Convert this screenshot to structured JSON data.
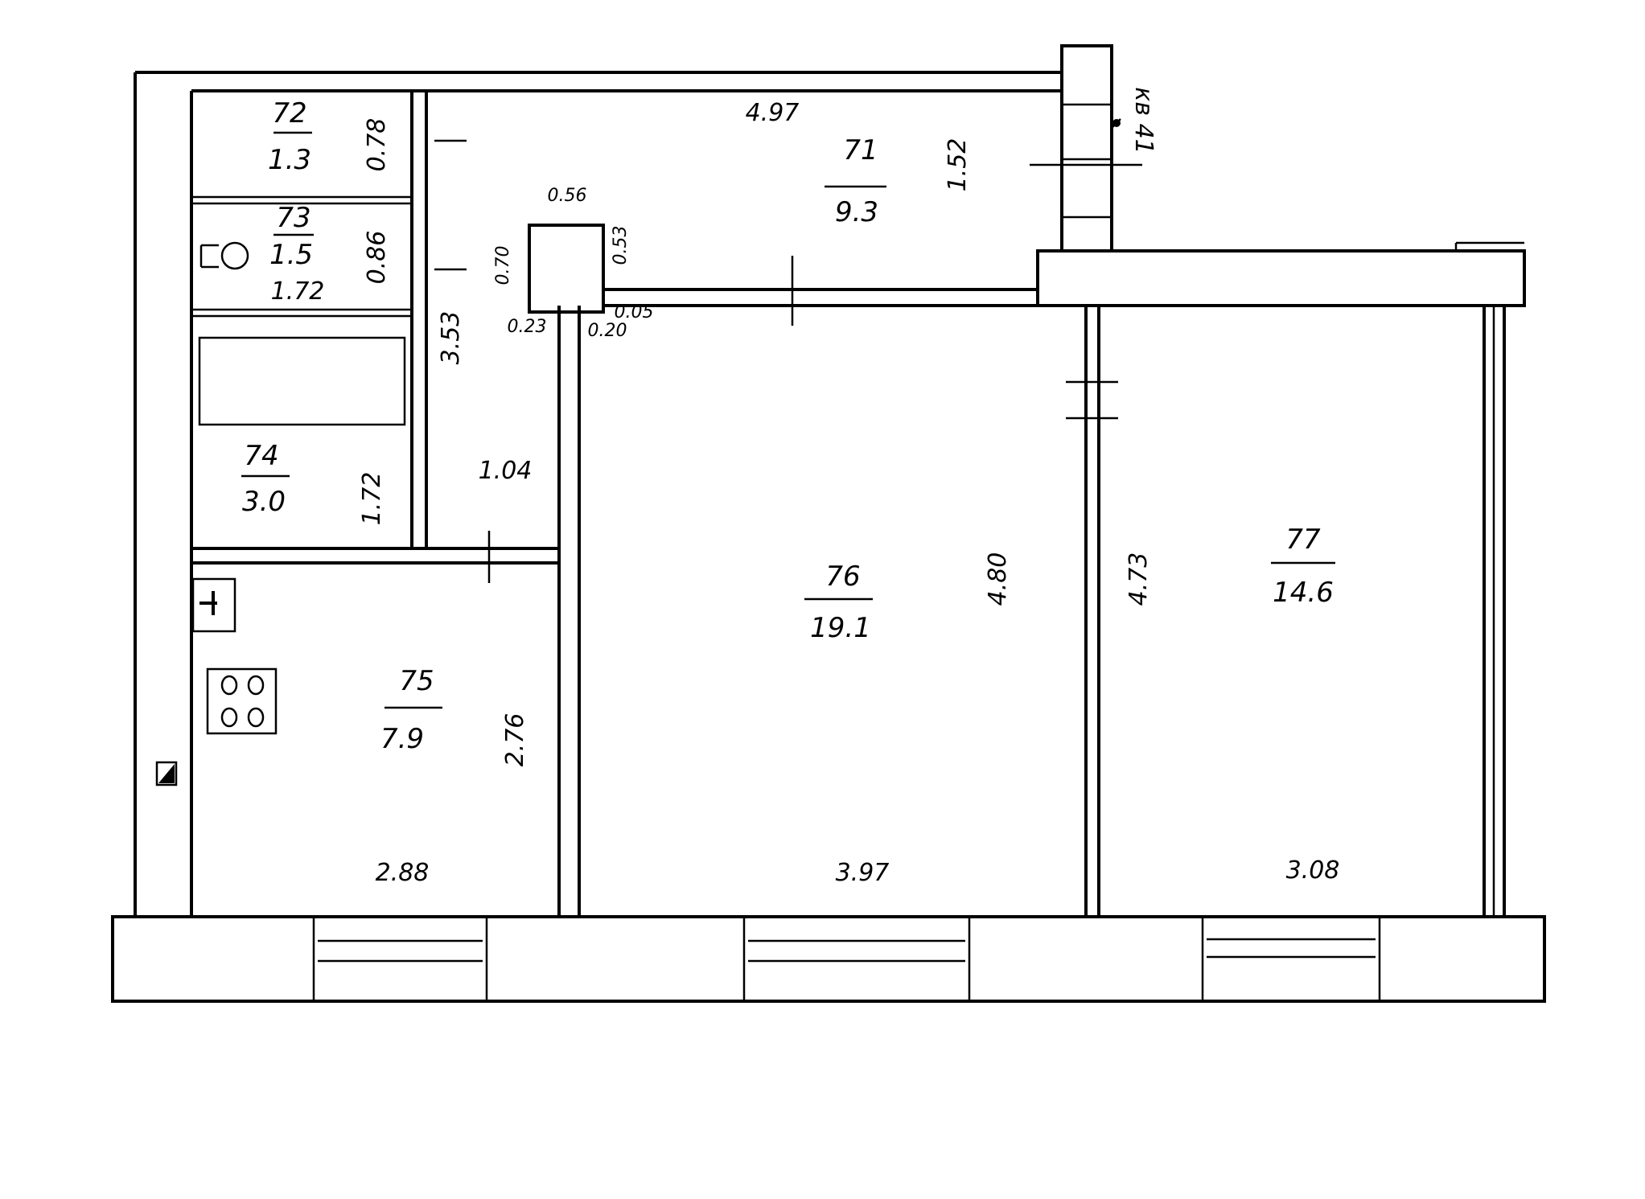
{
  "rooms": [
    {
      "number": "72",
      "area": "1.3"
    },
    {
      "number": "73",
      "area": "1.5"
    },
    {
      "number": "74",
      "area": "3.0"
    },
    {
      "number": "75",
      "area": "7.9"
    },
    {
      "number": "76",
      "area": "19.1"
    },
    {
      "number": "77",
      "area": "14.6"
    },
    {
      "number": "71",
      "area": "9.3"
    }
  ],
  "dimensions": {
    "hall_length": "4.97",
    "hall_width": "1.52",
    "wc_width": "0.78",
    "bath_width": "0.86",
    "bath_length": "1.72",
    "corridor_length": "3.53",
    "store_width": "1.04",
    "store_height": "1.72",
    "shaft_top": "0.56",
    "shaft_left": "0.70",
    "shaft_right": "0.53",
    "shaft_bottom_left": "0.23",
    "shaft_bottom": "0.20",
    "shaft_bottom_right": "0.05",
    "kitchen_depth": "2.76",
    "kitchen_width": "2.88",
    "room76_depth": "4.80",
    "room76_width": "3.97",
    "room77_depth": "4.73",
    "room77_width": "3.08"
  },
  "apartment_label": "кв 41"
}
